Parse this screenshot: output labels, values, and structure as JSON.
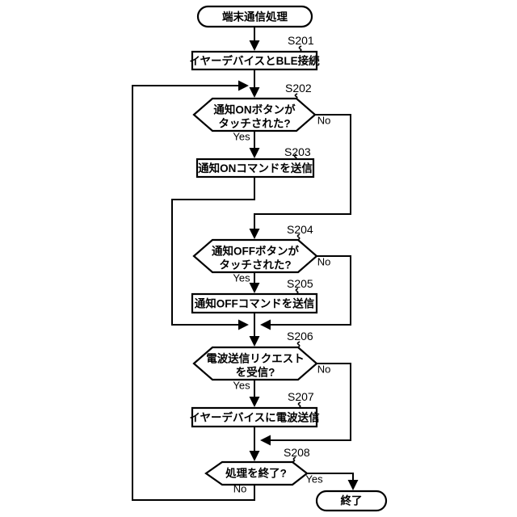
{
  "figure": {
    "background_color": "#ffffff",
    "line_color": "#000000"
  },
  "nodes": {
    "start": {
      "type": "terminal",
      "label": "端末通信処理"
    },
    "s201": {
      "type": "process",
      "step": "S201",
      "label": "イヤーデバイスとBLE接続"
    },
    "s202": {
      "type": "decision",
      "step": "S202",
      "line1": "通知ONボタンが",
      "line2": "タッチされた?"
    },
    "s203": {
      "type": "process",
      "step": "S203",
      "label": "通知ONコマンドを送信"
    },
    "s204": {
      "type": "decision",
      "step": "S204",
      "line1": "通知OFFボタンが",
      "line2": "タッチされた?"
    },
    "s205": {
      "type": "process",
      "step": "S205",
      "label": "通知OFFコマンドを送信"
    },
    "s206": {
      "type": "decision",
      "step": "S206",
      "line1": "電波送信リクエスト",
      "line2": "を受信?"
    },
    "s207": {
      "type": "process",
      "step": "S207",
      "label": "イヤーデバイスに電波送信"
    },
    "s208": {
      "type": "decision",
      "step": "S208",
      "label": "処理を終了?"
    },
    "end": {
      "type": "terminal",
      "label": "終了"
    }
  },
  "branch_labels": {
    "yes": "Yes",
    "no": "No"
  }
}
